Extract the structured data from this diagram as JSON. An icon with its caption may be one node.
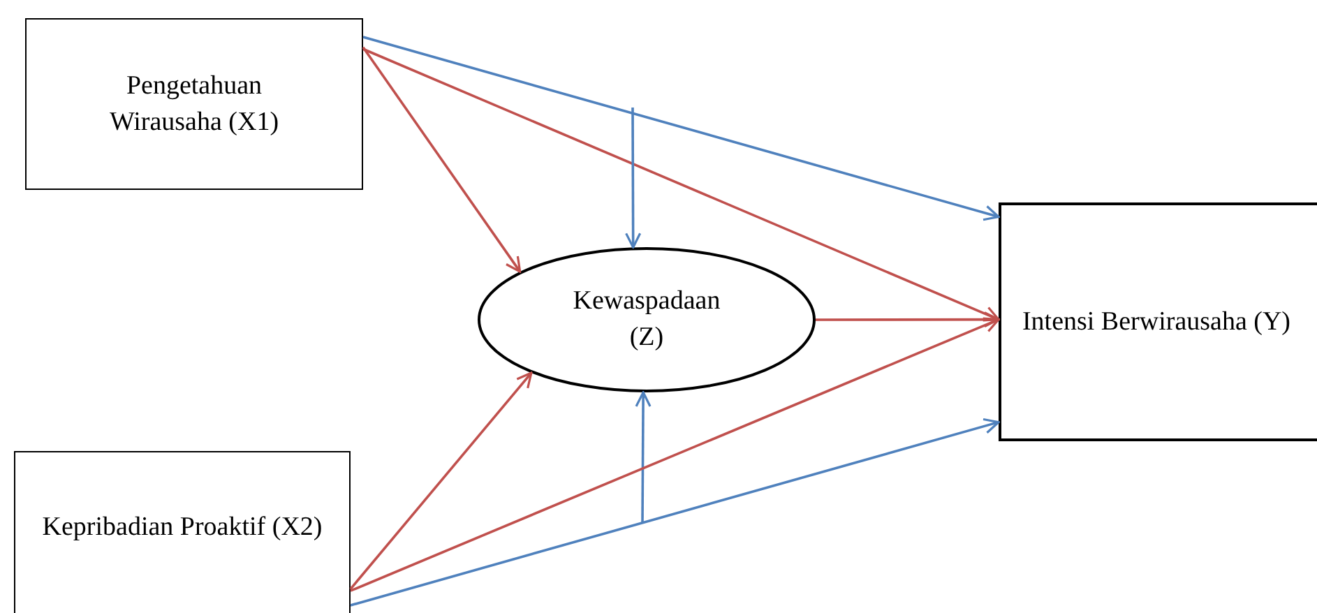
{
  "diagram": {
    "nodes": [
      {
        "text": [
          "Pengetahuan Wirausaha (X1)"
        ]
      },
      {
        "text": [
          "Kewaspadaan (Z)"
        ]
      },
      {
        "text": [
          "Intensi Berwirausaha (Y)"
        ]
      },
      {
        "text": [
          "Kepribadian Proaktif (X2)"
        ]
      }
    ],
    "edges": [
      {
        "from": 0,
        "to": 2,
        "arrow": "to",
        "color": "#4f81bd"
      },
      {
        "from": 0,
        "to": 1,
        "arrow": "to"
      },
      {
        "from": 0,
        "to": 2,
        "arrow": "to"
      },
      {
        "from": null,
        "to": 1,
        "arrow": "to",
        "color": "#4f81bd"
      },
      {
        "from": 1,
        "to": 2,
        "arrow": "to"
      },
      {
        "from": 3,
        "to": 1,
        "arrow": "to"
      },
      {
        "from": null,
        "to": 1,
        "arrow": "to",
        "color": "#4f81bd"
      },
      {
        "from": 3,
        "to": 2,
        "arrow": "to"
      },
      {
        "from": 3,
        "to": 2,
        "arrow": "to",
        "color": "#4f81bd"
      }
    ]
  }
}
